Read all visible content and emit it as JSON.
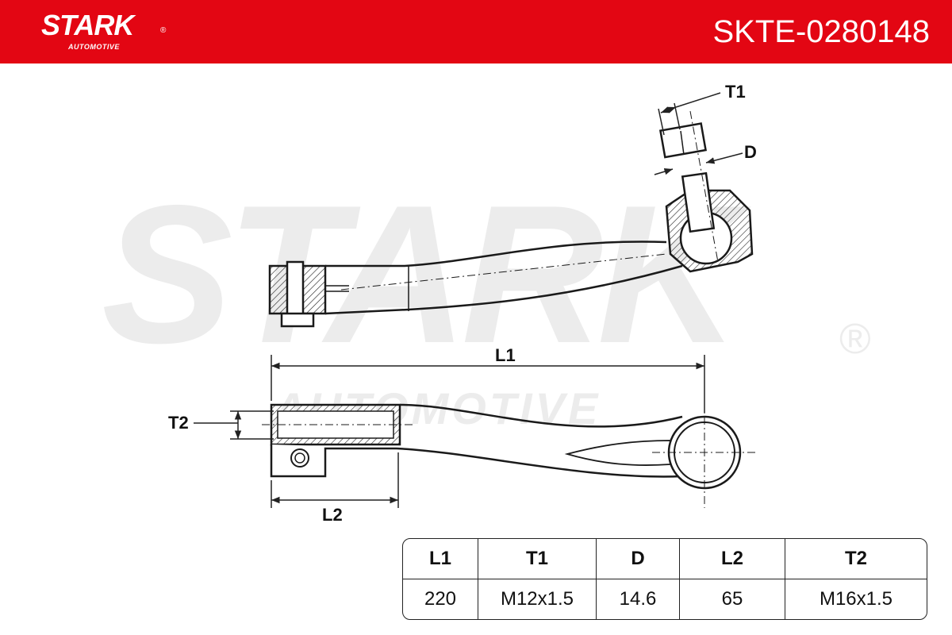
{
  "header": {
    "brand": "STARK",
    "brand_reg": "®",
    "brand_sub": "AUTOMOTIVE",
    "article_code": "SKTE-0280148",
    "bg_color": "#e30613"
  },
  "watermark": {
    "main": "STARK",
    "sub": "AUTOMOTIVE",
    "reg": "®"
  },
  "dimensions": {
    "t1": "T1",
    "d": "D",
    "l1": "L1",
    "t2": "T2",
    "l2": "L2"
  },
  "spec_table": {
    "headers": [
      "L1",
      "T1",
      "D",
      "L2",
      "T2"
    ],
    "values": [
      "220",
      "M12x1.5",
      "14.6",
      "65",
      "M16x1.5"
    ]
  }
}
